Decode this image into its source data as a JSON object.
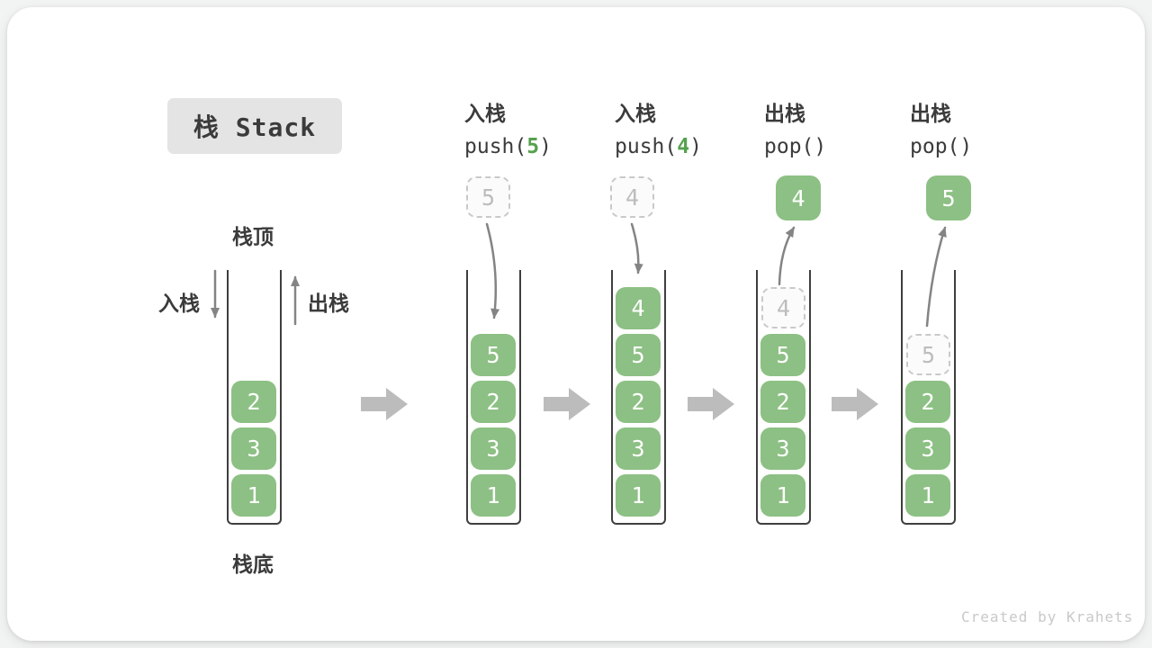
{
  "title_badge": "栈 Stack",
  "watermark": "Created by Krahets",
  "colors": {
    "green": "#8dc084",
    "green_text": "#55a14e",
    "text_dark": "#3b3b3b",
    "arrow_gray": "#848484",
    "block_arrow": "#bcbcbc",
    "ghost_border": "#c9c9c9",
    "ghost_text": "#bdbdbd",
    "ghost_bg": "#fbfbfb",
    "badge_bg": "#e4e4e4",
    "wall": "#3f3f3f",
    "watermark_color": "#c9c9c9"
  },
  "left_diagram": {
    "top_label": "栈顶",
    "bottom_label": "栈底",
    "push_label": "入栈",
    "pop_label": "出栈"
  },
  "operations": [
    {
      "label": "入栈",
      "fn": "push(",
      "arg": "5",
      "close": ")"
    },
    {
      "label": "入栈",
      "fn": "push(",
      "arg": "4",
      "close": ")"
    },
    {
      "label": "出栈",
      "fn": "pop(",
      "arg": "",
      "close": ")"
    },
    {
      "label": "出栈",
      "fn": "pop(",
      "arg": "",
      "close": ")"
    }
  ],
  "stacks": [
    {
      "items": [
        "2",
        "3",
        "1"
      ]
    },
    {
      "incoming": "5",
      "items": [
        "5",
        "2",
        "3",
        "1"
      ]
    },
    {
      "incoming": "4",
      "items": [
        "4",
        "5",
        "2",
        "3",
        "1"
      ]
    },
    {
      "outgoing": "4",
      "ghost": "4",
      "items": [
        "5",
        "2",
        "3",
        "1"
      ]
    },
    {
      "outgoing": "5",
      "ghost": "5",
      "items": [
        "2",
        "3",
        "1"
      ]
    }
  ]
}
